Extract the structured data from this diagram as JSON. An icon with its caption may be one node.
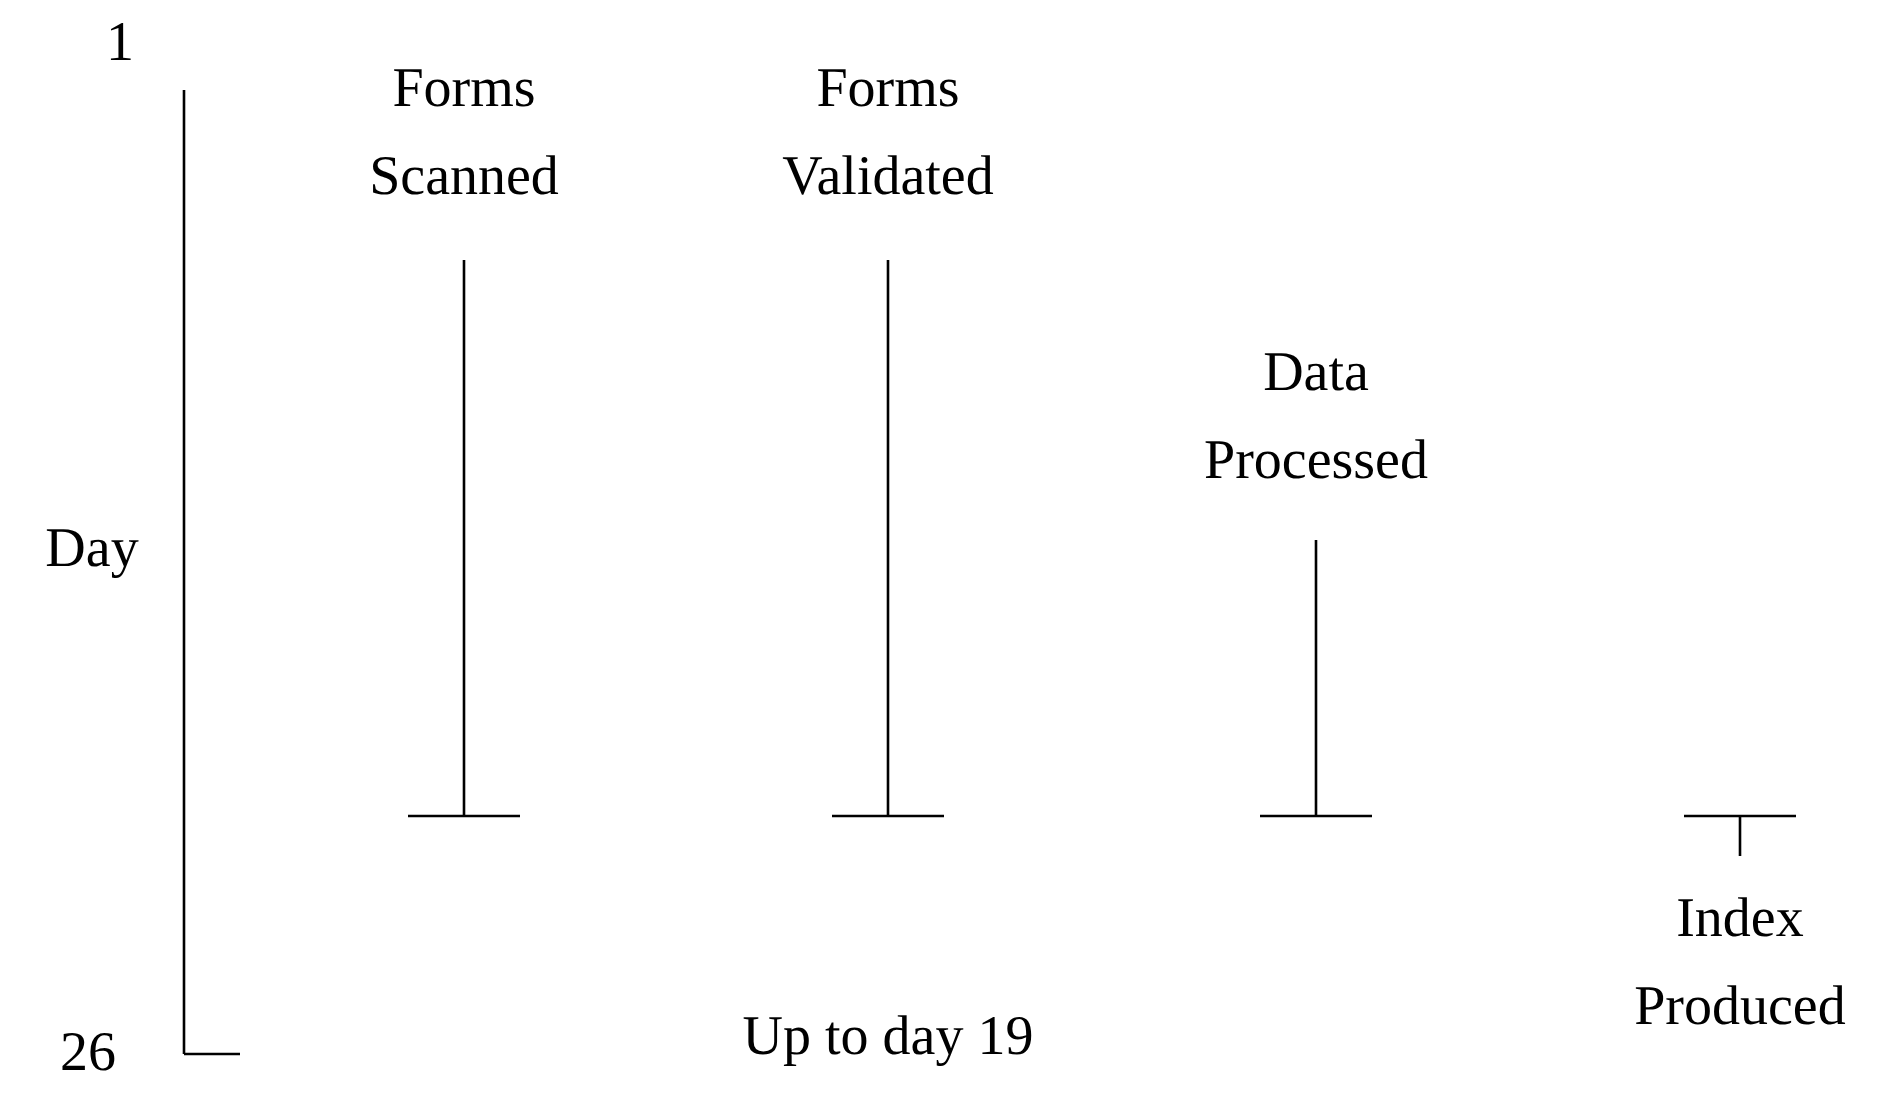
{
  "diagram": {
    "labels": [
      "1",
      "Forms Scanned",
      "Forms Validated",
      "Data Processed",
      "Day",
      "Up to day 19",
      "Index Produced",
      "26"
    ]
  }
}
